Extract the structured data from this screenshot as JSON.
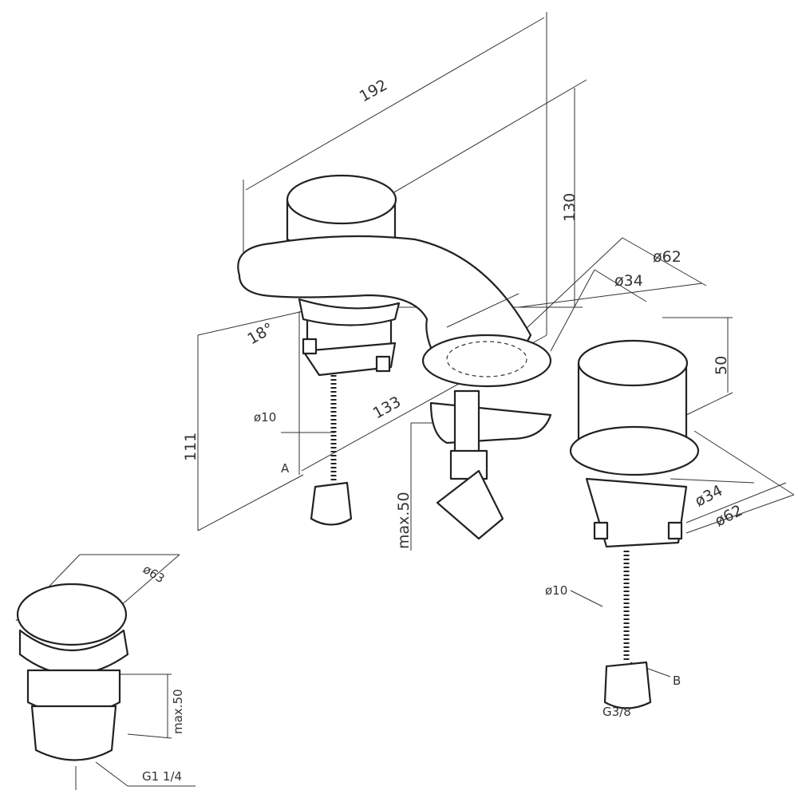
{
  "drawing": {
    "faucet": {
      "overall_length": "192",
      "spout_height": "130",
      "base_diameter_outer": "ø62",
      "base_diameter_inner": "ø34",
      "handle_height": "50",
      "handle_angle": "18°",
      "total_height": "111",
      "center_distance": "133",
      "hose_diameter_left": "ø10",
      "connection_a": "A",
      "max_thickness": "max.50"
    },
    "right_handle": {
      "inner_diameter": "ø34",
      "outer_diameter": "ø62",
      "hose_diameter": "ø10",
      "connection_b": "B",
      "thread": "G3/8"
    },
    "drain": {
      "cap_diameter": "ø63",
      "max_height": "max.50",
      "thread": "G1 1/4"
    }
  }
}
